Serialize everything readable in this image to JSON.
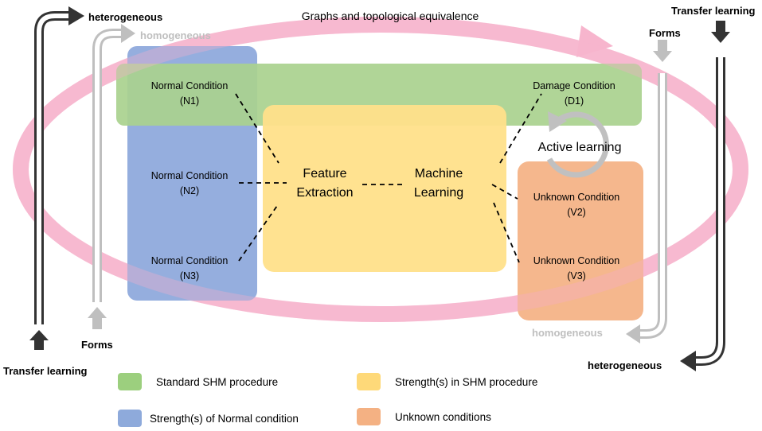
{
  "title": "Graphs and topological equivalence",
  "nodes": {
    "normal_n1": {
      "name": "Normal Condition",
      "code": "(N1)"
    },
    "normal_n2": {
      "name": "Normal Condition",
      "code": "(N2)"
    },
    "normal_n3": {
      "name": "Normal Condition",
      "code": "(N3)"
    },
    "damage_d1": {
      "name": "Damage Condition",
      "code": "(D1)"
    },
    "unknown_v2": {
      "name": "Unknown Condition",
      "code": "(V2)"
    },
    "unknown_v3": {
      "name": "Unknown Condition",
      "code": "(V3)"
    },
    "feature": {
      "line1": "Feature",
      "line2": "Extraction"
    },
    "ml": {
      "line1": "Machine",
      "line2": "Learning"
    }
  },
  "labels": {
    "active_learning": "Active learning",
    "heterogeneous_left": "heterogeneous",
    "homogeneous_left": "homogeneous",
    "heterogeneous_right": "heterogeneous",
    "homogeneous_right": "homogeneous",
    "transfer_left": "Transfer learning",
    "transfer_right": "Transfer learning",
    "forms_left": "Forms",
    "forms_right": "Forms"
  },
  "legend": [
    {
      "label": "Standard SHM procedure",
      "color": "#9ccf7e"
    },
    {
      "label": "Strength(s) in SHM procedure",
      "color": "#fed979"
    },
    {
      "label": "Strength(s) of Normal condition",
      "color": "#8eaadb"
    },
    {
      "label": "Unknown  conditions",
      "color": "#f4b183"
    }
  ],
  "colors": {
    "green": "#a9d18e",
    "blue": "#8faadc",
    "yellow": "#ffe08a",
    "orange": "#f4b183",
    "pink": "#f8b4cc",
    "dark_arrow": "#333333",
    "light_arrow": "#bfbfbf"
  }
}
